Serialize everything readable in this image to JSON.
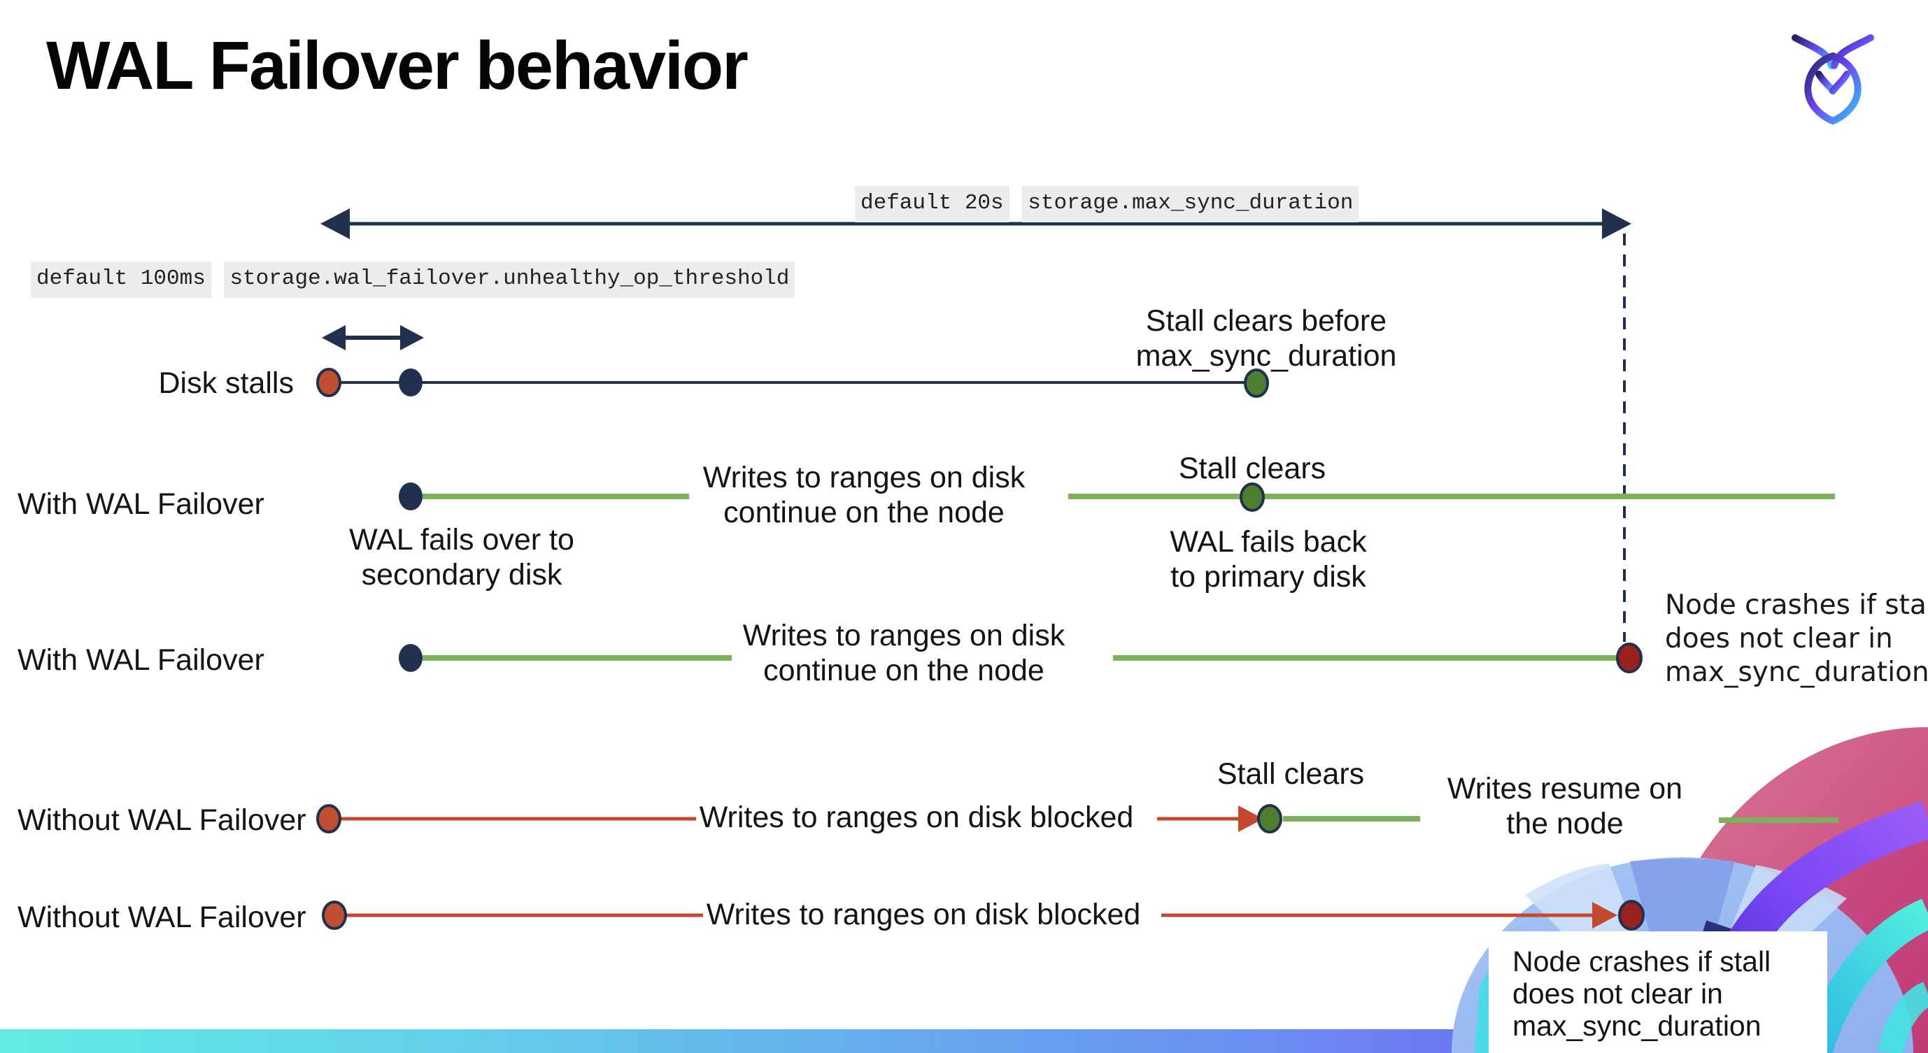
{
  "slide": {
    "title": "WAL Failover behavior",
    "logo": "cockroachdb-logo"
  },
  "annotations": {
    "max_sync": {
      "line1": "default 20s",
      "line2": "storage.max_sync_duration"
    },
    "unhealthy_op": {
      "line1": "default 100ms",
      "line2": "storage.wal_failover.unhealthy_op_threshold"
    }
  },
  "rows": [
    {
      "label": "Disk stalls",
      "note_above_end": "Stall clears before\nmax_sync_duration"
    },
    {
      "label": "With WAL Failover",
      "note_below_start": "WAL fails over to\nsecondary disk",
      "note_gap": "Writes to ranges on disk\ncontinue on the node",
      "note_above_dot": "Stall clears",
      "note_below_dot": "WAL fails  back\nto primary disk"
    },
    {
      "label": "With WAL Failover",
      "note_gap": "Writes to ranges on disk\ncontinue on the node",
      "note_end": "Node crashes if stall\ndoes not clear in\nmax_sync_duration"
    },
    {
      "label": "Without WAL Failover",
      "note_gap": "Writes to ranges on disk  blocked",
      "note_above_dot": "Stall clears",
      "note_resume": "Writes resume on\nthe node"
    },
    {
      "label": "Without WAL Failover",
      "note_gap": "Writes to ranges on disk  blocked",
      "note_box": "Node crashes if stall\ndoes not clear in\nmax_sync_duration"
    }
  ],
  "colors": {
    "navy": "#21304f",
    "green_line": "#7eb25a",
    "green_dot": "#4e7e2f",
    "red_line": "#c3492e",
    "red_dot": "#bf4f31",
    "crash_dot": "#9b211d",
    "code_highlight_bg": "#ececec",
    "bar_gradient": [
      "#62ebe4",
      "#66aced",
      "#6b8cf2",
      "#7148e9"
    ]
  }
}
